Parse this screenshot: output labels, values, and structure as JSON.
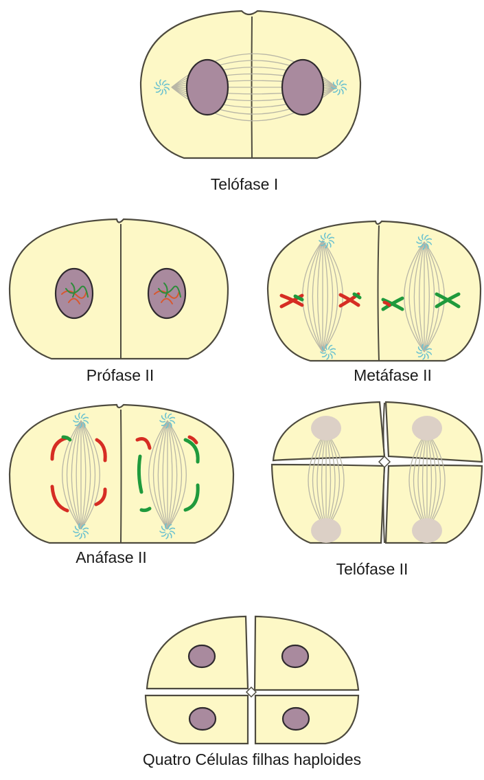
{
  "labels": {
    "telophase_1": "Telófase I",
    "prophase_2": "Prófase II",
    "metaphase_2": "Metáfase II",
    "anaphase_2": "Anáfase II",
    "telophase_2": "Telófase II",
    "daughter_cells": "Quatro Células filhas haploides"
  },
  "colors": {
    "cytoplasm": "#fdf8c6",
    "membrane": "#4d4a3e",
    "nucleus": "#a98a9e",
    "chromosome_red": "#d62d23",
    "chromosome_green": "#1f9a3c",
    "centrosome": "#6cc2cf",
    "spindle": "#b8b6a6"
  }
}
